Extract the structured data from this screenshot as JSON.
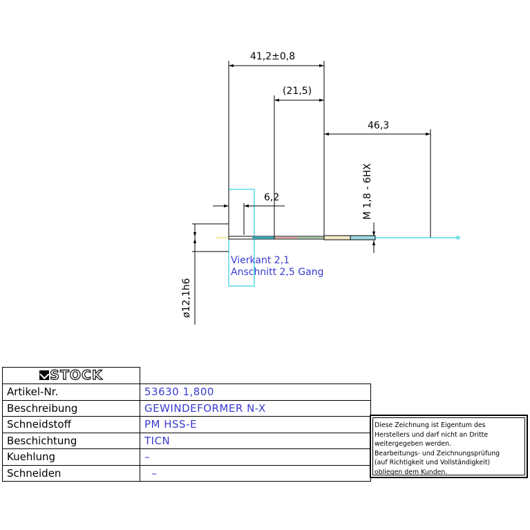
{
  "drawing": {
    "dimensions": {
      "overall_length": "41,2±0,8",
      "thread_length": "(21,5)",
      "shank_length": "46,3",
      "square_length": "6,2",
      "thread_spec": "M 1,8 - 6HX",
      "shank_diameter": "ø12,1h6"
    },
    "notes": {
      "square": "Vierkant 2,1",
      "chamfer": "Anschnitt 2,5 Gang"
    },
    "colors": {
      "lines": "#000000",
      "highlight": "#00c8d8",
      "note_text": "#3a3ad0"
    }
  },
  "title_block": {
    "logo": "STOCK",
    "rows": [
      {
        "label": "Artikel-Nr.",
        "value": "53630 1,800"
      },
      {
        "label": "Beschreibung",
        "value": "GEWINDEFORMER N-X"
      },
      {
        "label": "Schneidstoff",
        "value": "PM HSS-E"
      },
      {
        "label": "Beschichtung",
        "value": "TICN"
      },
      {
        "label": "Kuehlung",
        "value": "–"
      },
      {
        "label": "Schneiden",
        "value": "  –"
      }
    ]
  },
  "disclaimer": {
    "lines": [
      "Diese Zeichnung ist Eigentum des",
      "Herstellers und darf nicht an Dritte",
      "weitergegeben werden.",
      "Bearbeitungs- und Zeichnungsprüfung",
      "(auf Richtigkeit und Vollständigkeit)",
      "obliegen dem Kunden."
    ]
  }
}
